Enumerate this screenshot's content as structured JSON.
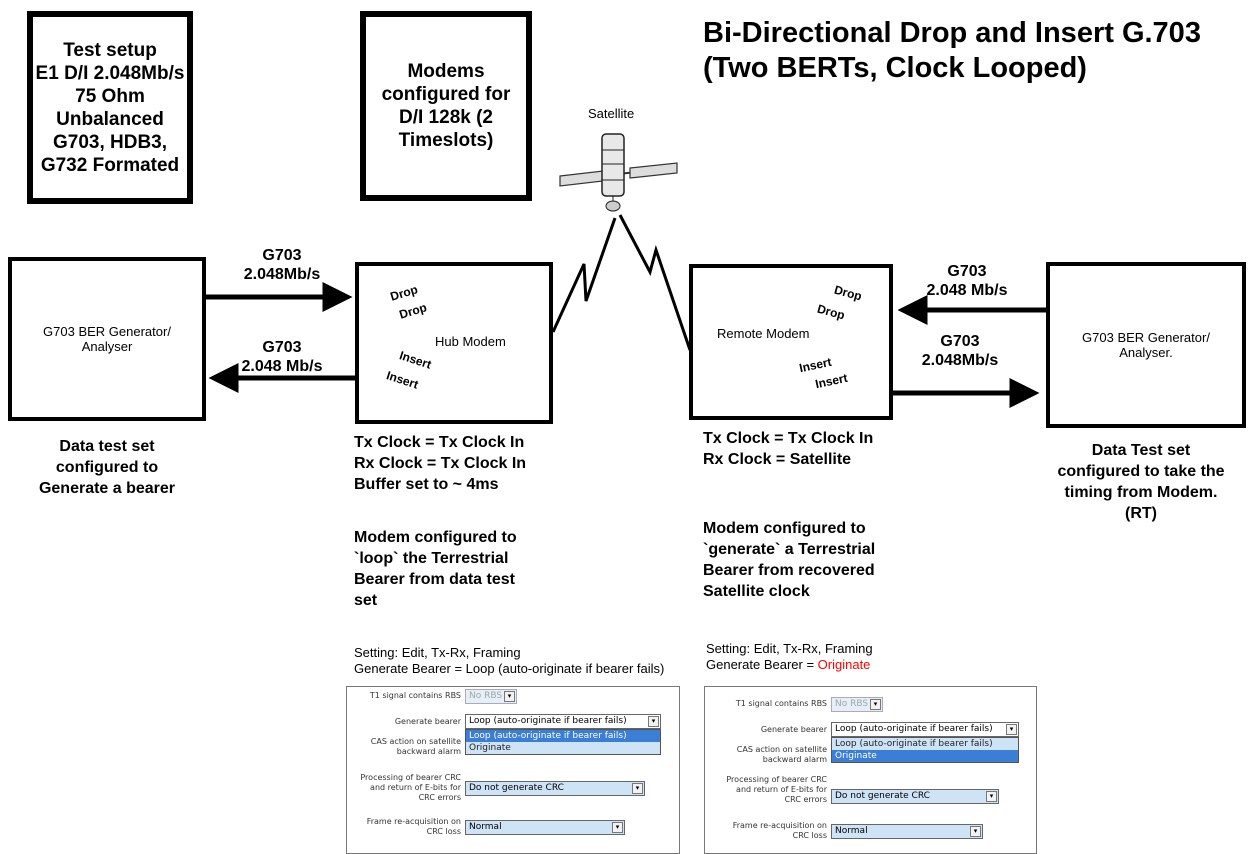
{
  "title": {
    "line1": "Bi-Directional Drop and Insert G.703",
    "line2": "(Two BERTs, Clock Looped)"
  },
  "boxes": {
    "test_setup": "Test setup\nE1 D/I 2.048Mb/s\n75 Ohm\nUnbalanced\nG703, HDB3,\nG732 Formated",
    "modems": "Modems\nconfigured for\nD/I 128k (2\nTimeslots)"
  },
  "satellite_label": "Satellite",
  "left_bert": {
    "label": "G703 BER Generator/\nAnalyser",
    "note": "Data test set\nconfigured to\nGenerate a bearer"
  },
  "right_bert": {
    "label": "G703 BER Generator/\nAnalyser.",
    "note": "Data Test set\nconfigured to take the\ntiming from Modem.\n(RT)"
  },
  "hub_modem": {
    "label": "Hub Modem",
    "drop1": "Drop",
    "drop2": "Drop",
    "insert1": "Insert",
    "insert2": "Insert",
    "clock_note": "Tx Clock = Tx Clock In\nRx Clock = Tx Clock In\nBuffer set to ~ 4ms",
    "config_note": "Modem configured to\n`loop` the Terrestrial\nBearer from data test\nset",
    "setting_line1": "Setting: Edit, Tx-Rx, Framing",
    "setting_line2": "Generate Bearer = Loop (auto-originate if bearer fails)"
  },
  "remote_modem": {
    "label": "Remote Modem",
    "drop1": "Drop",
    "drop2": "Drop",
    "insert1": "Insert",
    "insert2": "Insert",
    "clock_note": "Tx Clock = Tx Clock In\nRx Clock = Satellite",
    "config_note": "Modem configured to\n`generate` a Terrestrial\nBearer from recovered\nSatellite clock",
    "setting_line1": "Setting: Edit, Tx-Rx, Framing",
    "setting_line2_prefix": "Generate Bearer = ",
    "setting_line2_value": "Originate",
    "highlight_color": "#ff0000"
  },
  "links": {
    "left_top": "G703\n2.048Mb/s",
    "left_bottom": "G703\n2.048 Mb/s",
    "right_top": "G703\n2.048 Mb/s",
    "right_bottom": "G703\n2.048Mb/s"
  },
  "panel": {
    "t1_label": "T1 signal contains RBS",
    "t1_value": "No RBS",
    "gen_label": "Generate bearer",
    "gen_value": "Loop (auto-originate if bearer fails)",
    "options": [
      "Loop (auto-originate if bearer fails)",
      "Originate"
    ],
    "cas_label": "CAS action on satellite\nbackward alarm",
    "crc_label": "Processing of bearer CRC\nand return of E-bits for\nCRC errors",
    "crc_value": "Do not generate CRC",
    "frame_label": "Frame re-acquisition on\nCRC loss",
    "frame_value": "Normal"
  }
}
